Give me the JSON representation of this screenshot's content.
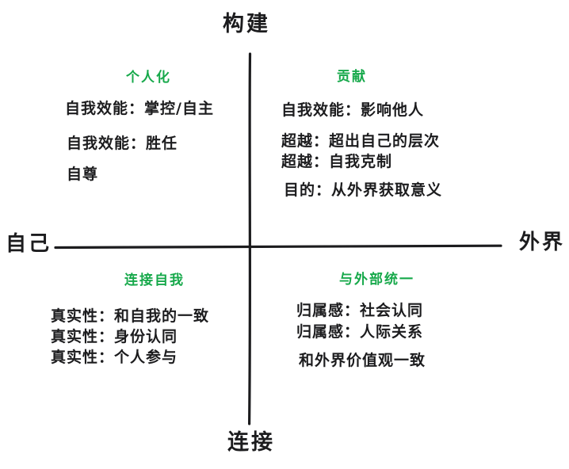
{
  "colors": {
    "accent_green": "#17a94b",
    "ink": "#1c1c1e"
  },
  "axes": {
    "top": "构建",
    "bottom": "连接",
    "left": "自己",
    "right": "外界"
  },
  "quadrants": [
    {
      "position": "top-left",
      "title": "个人化",
      "items": [
        "自我效能：掌控/自主",
        "自我效能：胜任",
        "自尊"
      ]
    },
    {
      "position": "top-right",
      "title": "贡献",
      "items": [
        "自我效能：影响他人",
        "超越：超出自己的层次",
        "超越：自我克制",
        "目的：从外界获取意义"
      ]
    },
    {
      "position": "bottom-left",
      "title": "连接自我",
      "items": [
        "真实性：和自我的一致",
        "真实性：身份认同",
        "真实性：个人参与"
      ]
    },
    {
      "position": "bottom-right",
      "title": "与外部统一",
      "items": [
        "归属感：社会认同",
        "归属感：人际关系",
        "和外界价值观一致"
      ]
    }
  ]
}
